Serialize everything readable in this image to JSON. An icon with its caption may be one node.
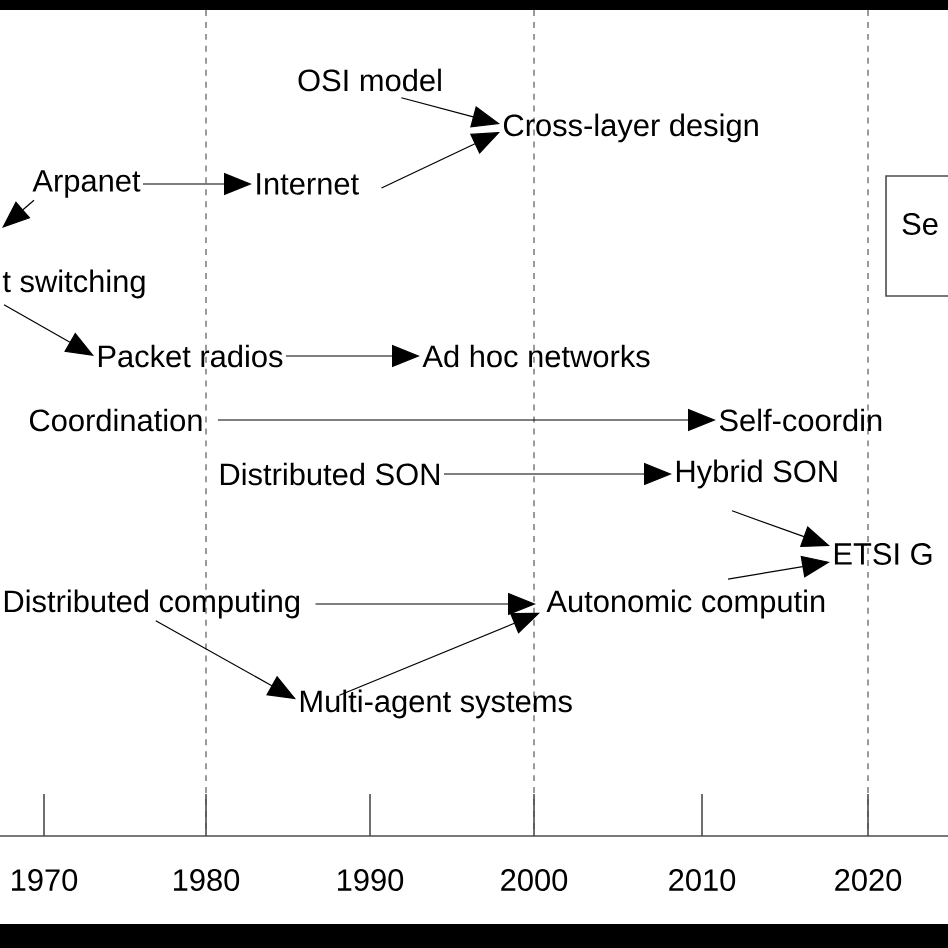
{
  "diagram": {
    "nodes": [
      {
        "text": [
          "OSI model"
        ]
      },
      {
        "text": [
          "Cross-layer design"
        ]
      },
      {
        "text": [
          "Arpanet"
        ]
      },
      {
        "text": [
          "Internet"
        ]
      },
      {
        "text": [
          "t switching"
        ]
      },
      {
        "text": [
          "Packet radios"
        ]
      },
      {
        "text": [
          "Ad hoc networks"
        ]
      },
      {
        "text": [
          "Coordination"
        ]
      },
      {
        "text": [
          "Self-coordin"
        ]
      },
      {
        "text": [
          "Distributed SON"
        ]
      },
      {
        "text": [
          "Hybrid SON"
        ]
      },
      {
        "text": [
          "ETSI G"
        ]
      },
      {
        "text": [
          "Distributed computing"
        ]
      },
      {
        "text": [
          "Autonomic computin"
        ]
      },
      {
        "text": [
          "Multi-agent systems"
        ]
      },
      {
        "text": [
          "Se"
        ]
      }
    ],
    "edges": [
      {
        "from": 0,
        "to": 1,
        "arrow": "to"
      },
      {
        "from": 3,
        "to": 1,
        "arrow": "to"
      },
      {
        "from": 2,
        "to": 3,
        "arrow": "to"
      },
      {
        "from": 2,
        "to": null,
        "arrow": "to"
      },
      {
        "from": 4,
        "to": 5,
        "arrow": "to"
      },
      {
        "from": 5,
        "to": 6,
        "arrow": "to"
      },
      {
        "from": 7,
        "to": 8,
        "arrow": "to"
      },
      {
        "from": 9,
        "to": 10,
        "arrow": "to"
      },
      {
        "from": 10,
        "to": 11,
        "arrow": "to"
      },
      {
        "from": 13,
        "to": 11,
        "arrow": "to"
      },
      {
        "from": 12,
        "to": 13,
        "arrow": "to"
      },
      {
        "from": 12,
        "to": 14,
        "arrow": "to"
      },
      {
        "from": 14,
        "to": 13,
        "arrow": "to"
      }
    ],
    "labels": [
      "1970",
      "1980",
      "1990",
      "2000",
      "2010",
      "2020"
    ]
  }
}
